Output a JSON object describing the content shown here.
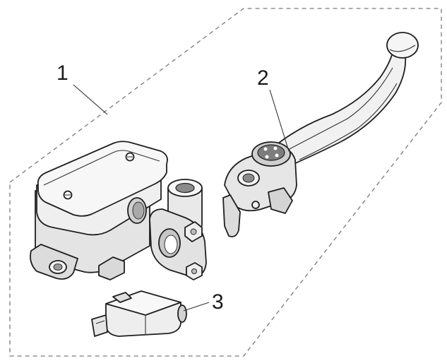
{
  "diagram": {
    "type": "exploded-parts-diagram",
    "colors": {
      "line": "#1f1f1f",
      "fill_light": "#f2f2f2",
      "fill_mid": "#d6d6d6",
      "fill_dark": "#8a8a8a",
      "boundary": "#7a7a7a",
      "background": "#ffffff"
    },
    "callouts": [
      {
        "id": "1",
        "label": "1",
        "part": "master-cylinder-assembly"
      },
      {
        "id": "2",
        "label": "2",
        "part": "brake-lever"
      },
      {
        "id": "3",
        "label": "3",
        "part": "brake-light-switch"
      }
    ]
  }
}
